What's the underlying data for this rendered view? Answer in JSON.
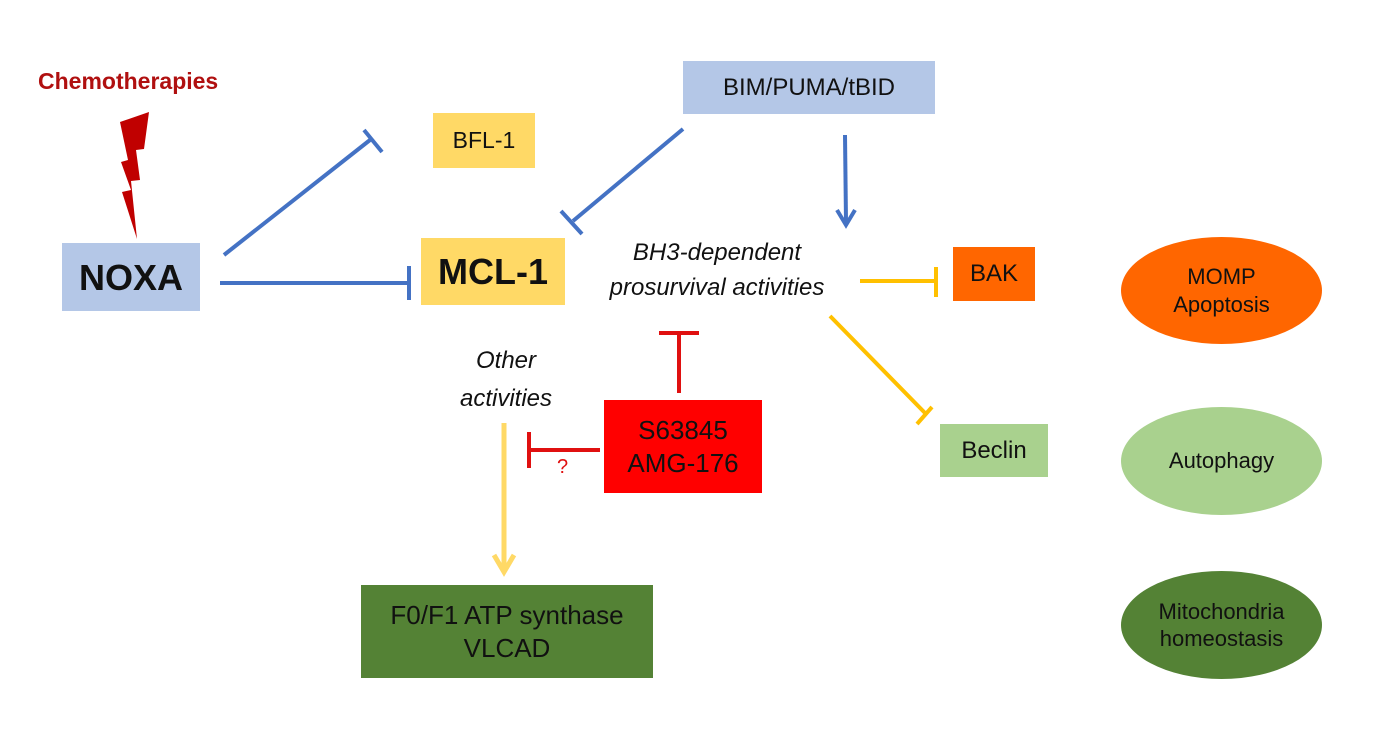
{
  "diagram": {
    "trigger": {
      "label": "Chemotherapies",
      "color": "#B01010"
    },
    "nodes": {
      "noxa": {
        "label": "NOXA",
        "fill": "#B4C7E7"
      },
      "bfl1": {
        "label": "BFL-1",
        "fill": "#FFD966"
      },
      "mcl1": {
        "label": "MCL-1",
        "fill": "#FFD966"
      },
      "bh3_only": {
        "label": "BIM/PUMA/tBID",
        "fill": "#B4C7E7"
      },
      "bh3_activities": {
        "line1": "BH3-dependent",
        "line2": "prosurvival activities"
      },
      "other_activities": {
        "line1": "Other",
        "line2": "activities"
      },
      "inhibitors": {
        "line1": "S63845",
        "line2": "AMG-176",
        "fill": "#FF0000"
      },
      "bak": {
        "label": "BAK",
        "fill": "#FF6600"
      },
      "beclin": {
        "label": "Beclin",
        "fill": "#A9D18E"
      },
      "atp_synthase": {
        "line1": "F0/F1 ATP synthase",
        "line2": "VLCAD",
        "fill": "#548235"
      }
    },
    "outcomes": [
      {
        "line1": "MOMP",
        "line2": "Apoptosis",
        "fill": "#FF6600"
      },
      {
        "line1": "Autophagy",
        "line2": "",
        "fill": "#A9D18E"
      },
      {
        "line1": "Mitochondria",
        "line2": "homeostasis",
        "fill": "#548235"
      }
    ],
    "uncertain_mark": "?",
    "edge_colors": {
      "blue": "#4472C4",
      "yellow": "#FFC000",
      "light_yellow": "#FFD966",
      "red": "#E01010"
    },
    "edges": [
      {
        "from": "Chemotherapies",
        "to": "NOXA",
        "type": "lightning"
      },
      {
        "from": "NOXA",
        "to": "BFL-1",
        "type": "inhibition"
      },
      {
        "from": "NOXA",
        "to": "MCL-1",
        "type": "inhibition"
      },
      {
        "from": "BIM/PUMA/tBID",
        "to": "MCL-1",
        "type": "inhibition"
      },
      {
        "from": "BIM/PUMA/tBID",
        "to": "BH3-dependent prosurvival activities",
        "type": "activation"
      },
      {
        "from": "BH3-dependent prosurvival activities",
        "to": "BAK",
        "type": "inhibition"
      },
      {
        "from": "BH3-dependent prosurvival activities",
        "to": "Beclin",
        "type": "inhibition"
      },
      {
        "from": "S63845/AMG-176",
        "to": "BH3-dependent prosurvival activities",
        "type": "inhibition"
      },
      {
        "from": "S63845/AMG-176",
        "to": "Other activities",
        "type": "inhibition-uncertain"
      },
      {
        "from": "Other activities",
        "to": "F0/F1 ATP synthase / VLCAD",
        "type": "activation"
      }
    ]
  }
}
